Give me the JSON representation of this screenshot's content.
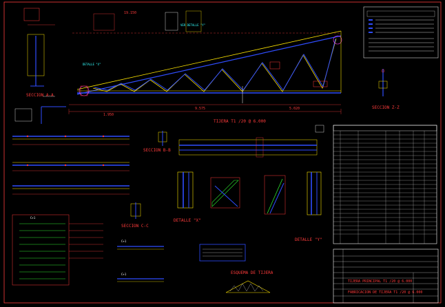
{
  "labels": {
    "main_title": "TIJERA T1 /20 @ 6.000",
    "section_aa": "SECCION A-A",
    "section_bb": "SECCION B-B",
    "section_cc": "SECCION C-C",
    "section_zz": "SECCION Z-Z",
    "detail_x": "DETALLE \"X\"",
    "detail_y": "DETALLE \"Y\"",
    "truss_scheme": "ESQUEMA DE TIJERA",
    "bottom_title_1": "TIJERA PRINCIPAL T1 /20 @ 6.000",
    "bottom_title_2": "FABRICACION DE TIJERA T1 /20 @ 6.000",
    "span_dim": "19.150",
    "mid_dim": "9.575",
    "dim_a": "1.950",
    "dim_b": "5.020",
    "c1": "C+1",
    "c2": "C+1",
    "c3": "C+1"
  },
  "colors": {
    "background": "#000000",
    "red": "#ff3b3b",
    "yellow": "#ffe600",
    "white": "#ffffff",
    "blue": "#2f4dff",
    "cyan": "#33ffff",
    "green": "#2ee62e",
    "magenta": "#ff40ff"
  },
  "icons": [
    "north-arrow-icon",
    "section-marker-icon",
    "weld-symbol-icon"
  ]
}
